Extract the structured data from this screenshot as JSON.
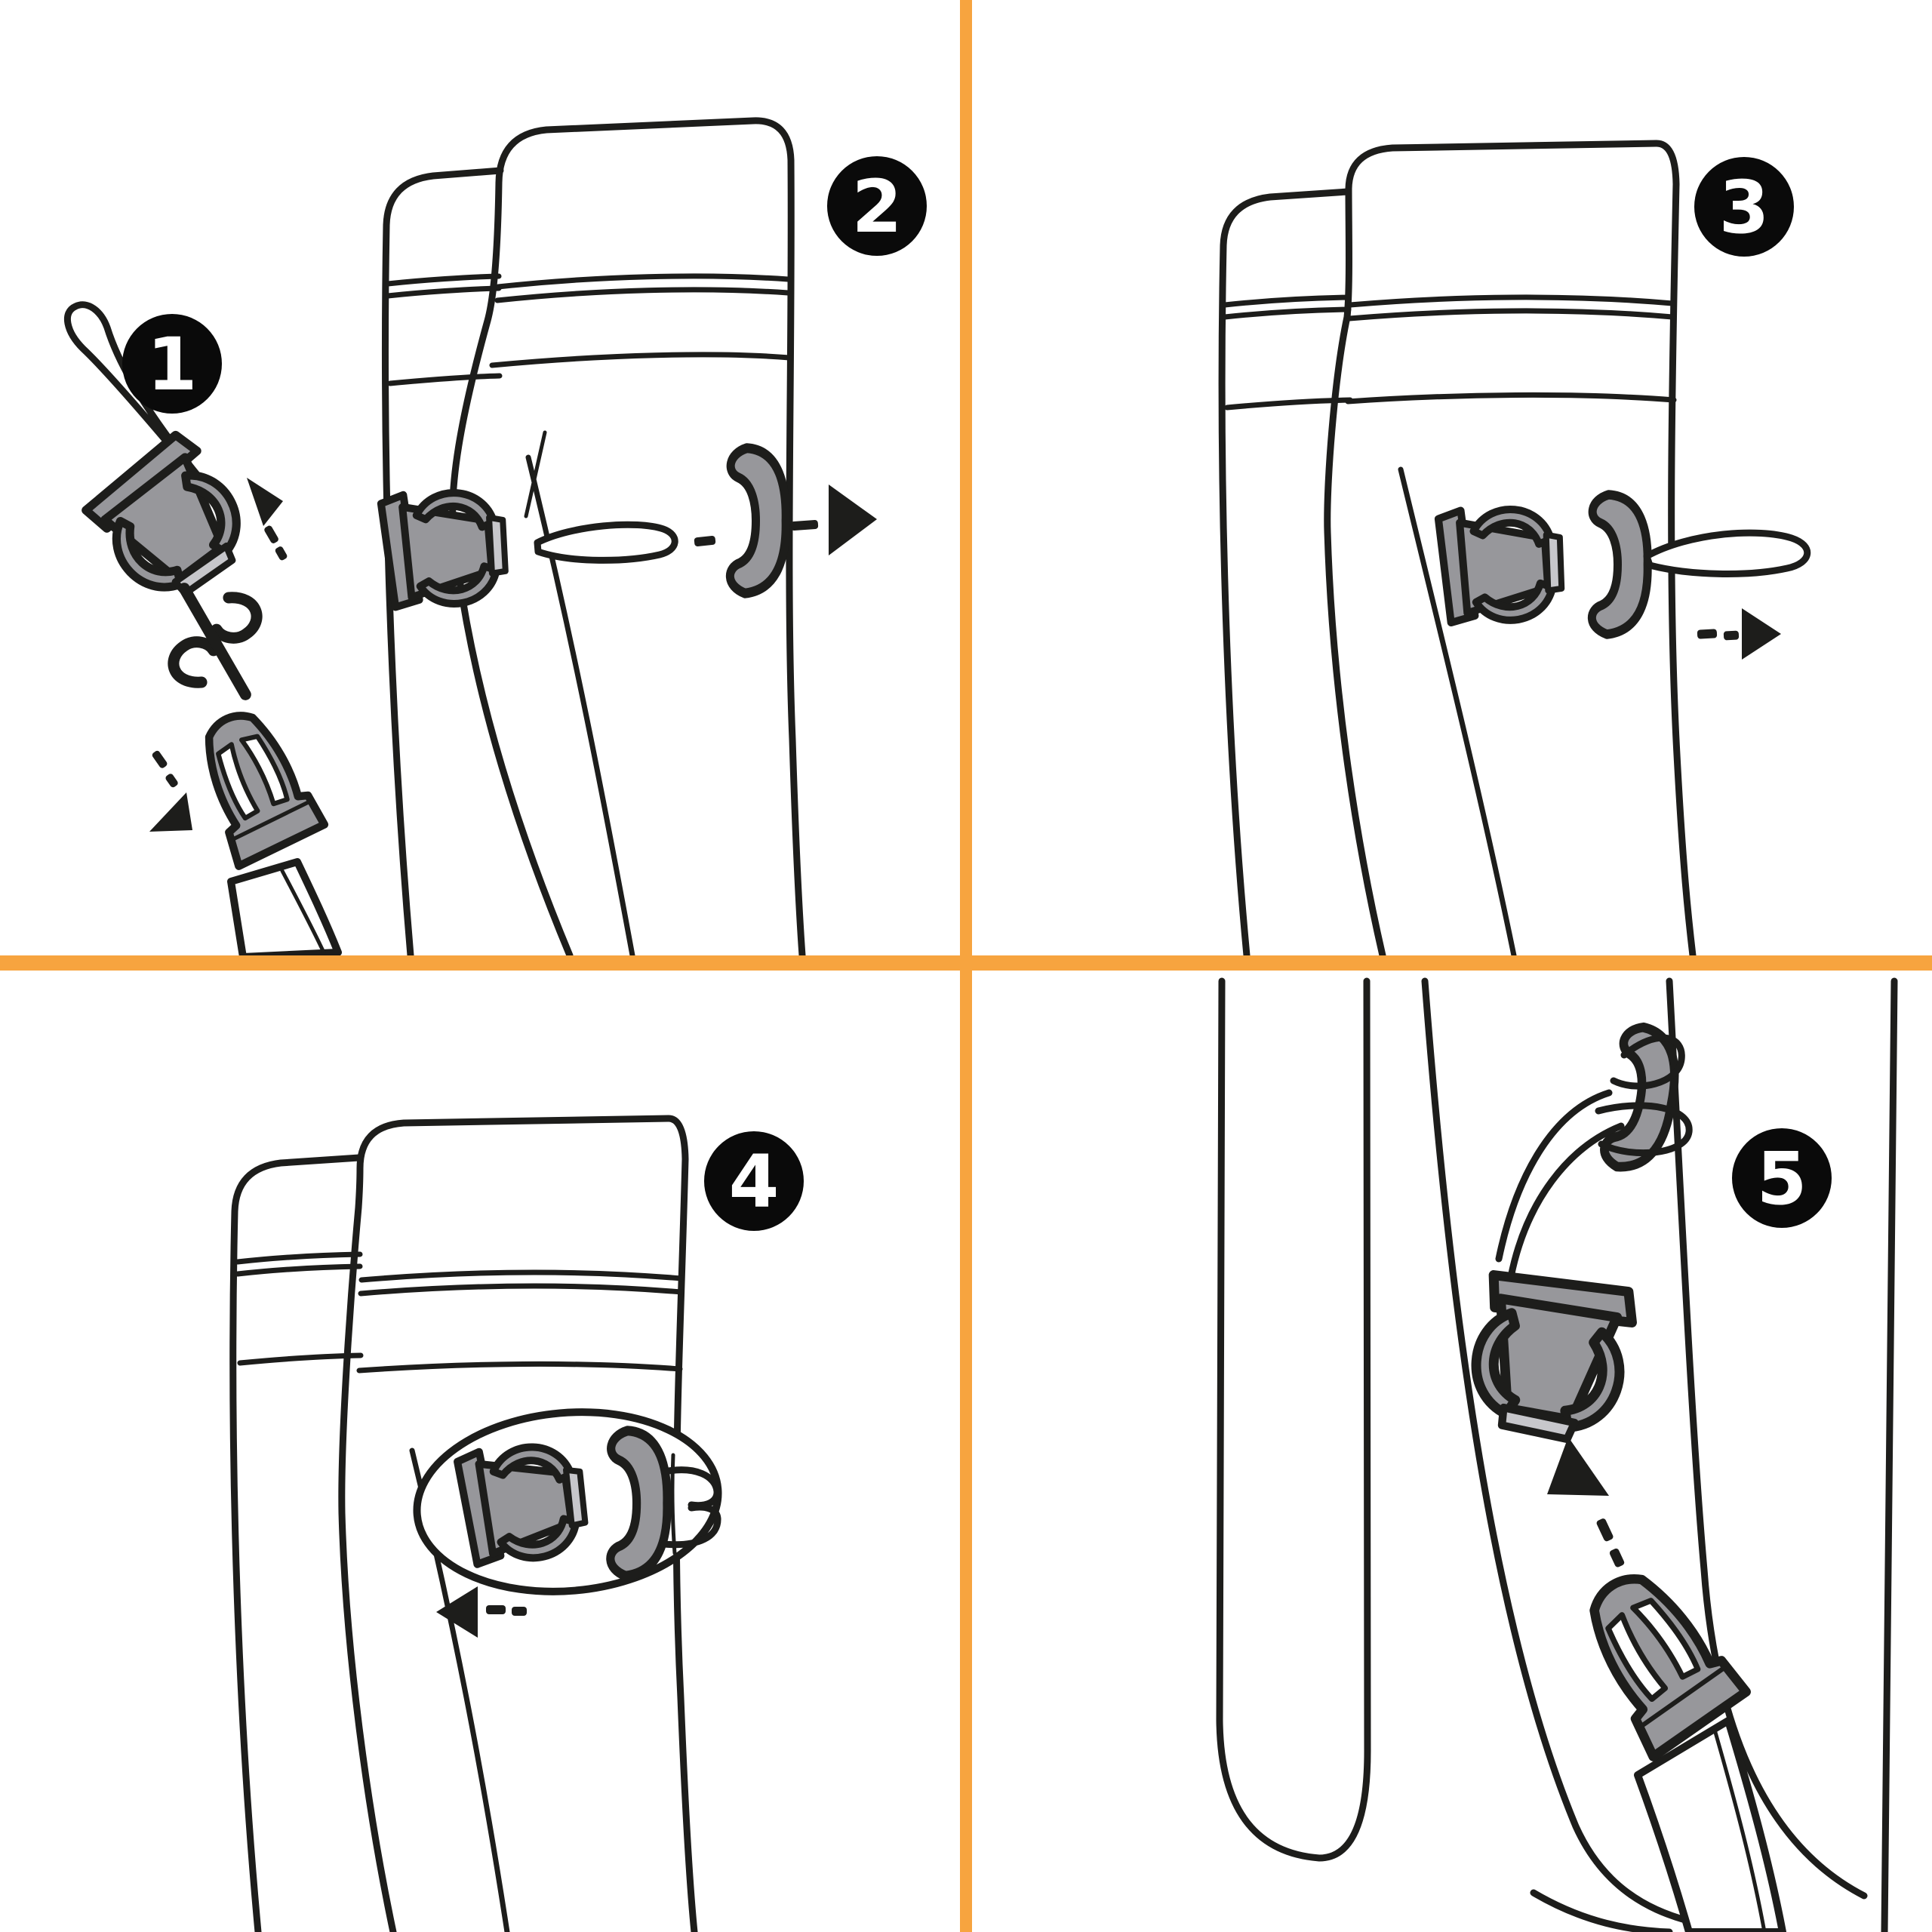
{
  "diagram": {
    "kind": "instruction-sheet",
    "background": "#FFFFFF",
    "panel_count": 4,
    "layout": "2x2-grid-with-orange-cross-dividers",
    "steps": [
      {
        "number": "1",
        "icons": [
          "female-clip-with-cord-loop",
          "arrow-up-left",
          "unclip-crossed-icon",
          "arrow-down-left",
          "male-buckle-on-strap"
        ]
      },
      {
        "number": "2",
        "icons": [
          "female-clip-on-bag-edge",
          "cord-loop",
          "dashed-arrow-right",
          "c-anchor-piece"
        ]
      },
      {
        "number": "3",
        "icons": [
          "female-clip-with-c-anchor-assembled",
          "cord-loop",
          "dashed-arrow-right"
        ]
      },
      {
        "number": "4",
        "icons": [
          "oval-highlight",
          "assembled-clip-and-anchor",
          "dashed-arrow-left"
        ]
      },
      {
        "number": "5",
        "icons": [
          "c-anchor-with-cord",
          "female-clip-close-up",
          "arrow-up",
          "male-buckle-on-strap"
        ]
      }
    ]
  },
  "palette": {
    "accent_orange": "#F7A43F",
    "line_black": "#1D1D1B",
    "hardware_gray": "#97979B",
    "hardware_gray_light": "#C7C7CB",
    "badge_background": "#0A0A0A",
    "badge_number_color": "#FFFFFF"
  }
}
